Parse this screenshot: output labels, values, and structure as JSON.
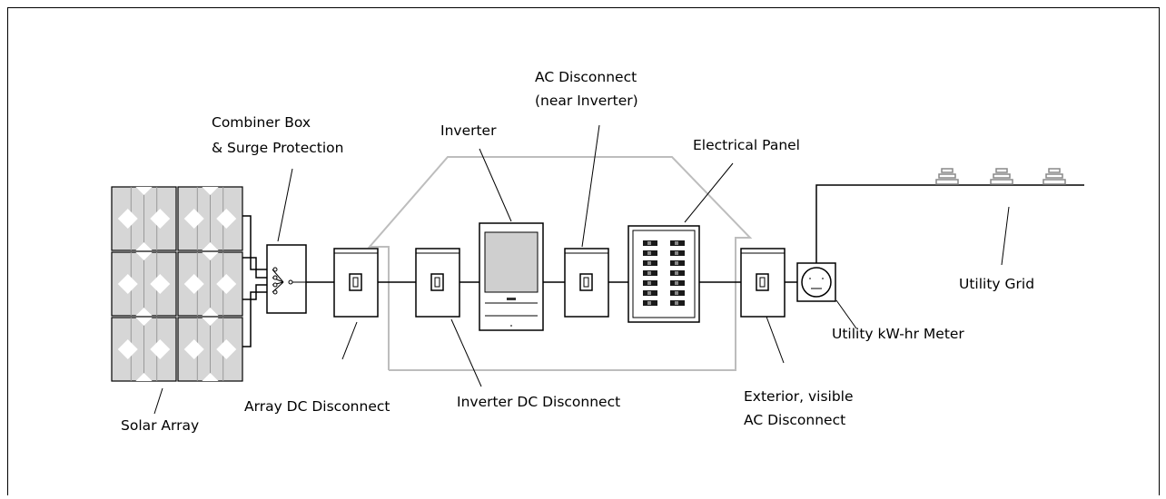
{
  "labels": {
    "combiner_line1": "Combiner Box",
    "combiner_line2": "& Surge Protection",
    "inverter": "Inverter",
    "ac_disconnect_line1": "AC Disconnect",
    "ac_disconnect_line2": "(near Inverter)",
    "electrical_panel": "Electrical Panel",
    "utility_grid": "Utility Grid",
    "utility_meter": "Utility kW-hr Meter",
    "array_dc_disconnect": "Array DC Disconnect",
    "inverter_dc_disconnect": "Inverter DC Disconnect",
    "exterior_line1": "Exterior, visible",
    "exterior_line2": "AC Disconnect",
    "solar_array": "Solar Array"
  },
  "colors": {
    "line": "#000000",
    "house_outline": "#bdbdbd",
    "panel_fill": "#d6d6d6",
    "panel_diamond": "#ffffff",
    "inverter_fill": "#cfcfcf",
    "grid_insulator": "#888888"
  }
}
